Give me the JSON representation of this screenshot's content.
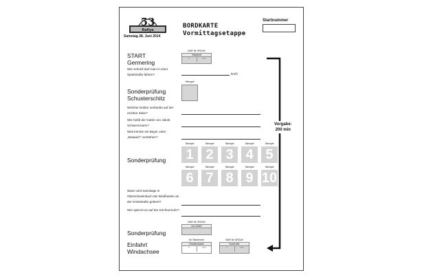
{
  "header": {
    "logo_number": "53",
    "logo_banner": "Rallye",
    "logo_date": "Samstag 28. Juni 2014",
    "title_line1": "BORDKARTE",
    "title_line2": "Vormittagsetappe",
    "startnummer_label": "Startnummer"
  },
  "start": {
    "title_line1": "START",
    "title_line2": "Germering",
    "org_label": "NUR für ORGA!!",
    "box_label": "Startzeit",
    "h": "h",
    "min": "min",
    "question": "Wie schnell darf man in einer Spielstraße fahren?",
    "unit": "km/h"
  },
  "sp1": {
    "title_line1": "Sonderprüfung",
    "title_line2": "Schusterschitz",
    "stempel": "Stempel",
    "q1": "Welcher Doktor verbindet auf der rechten Seite?",
    "q2": "Wie heißt die Gattin von Jakob Schwerzmann?",
    "q3": "Was könnte ein Bayer unter „Maiaach\" verstehen?"
  },
  "sp2": {
    "title": "Sonderprüfung",
    "stempel": "Stempel",
    "numbers": [
      "1",
      "2",
      "3",
      "4",
      "5",
      "6",
      "7",
      "8",
      "9",
      "10"
    ]
  },
  "mid_questions": {
    "q1": "Wann wird samstags in Oberschweinbach der Briefkasten an der Kreisstraße geleert?",
    "q2": "Wie spät ist es auf der Kirchturmuhr?"
  },
  "sp3": {
    "title": "Sonderprüfung",
    "org_label": "NUR für ORGA!!",
    "box_label": "ALLIANZ"
  },
  "finish": {
    "title_line1": "Einfahrt",
    "title_line2": "Windachsee",
    "team_label": "für Teilnehmer",
    "team_box": "Einfahrtszeit",
    "org_label": "NUR für ORGA!!",
    "org_box": "Kontrolle",
    "h": "h",
    "min": "min"
  },
  "vorgabe": {
    "line1": "Vorgabe:",
    "line2": "200 min"
  }
}
